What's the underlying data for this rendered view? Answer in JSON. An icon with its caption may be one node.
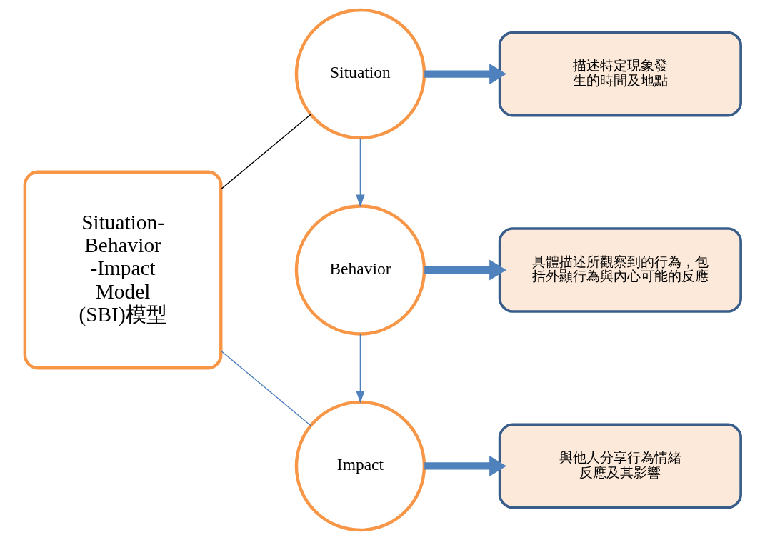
{
  "diagram": {
    "nodes": [
      {
        "text": [
          "Situation- Behavior -Impact Model (SBI)模型"
        ]
      },
      {
        "text": [
          "Situation"
        ]
      },
      {
        "text": [
          "Behavior"
        ]
      },
      {
        "text": [
          "Impact"
        ]
      },
      {
        "text": [
          "描述特定現象發生的時間及地點"
        ]
      },
      {
        "text": [
          "具體描述所觀察到的行為，包括外顯行為與內心可能的反應"
        ]
      },
      {
        "text": [
          "與他人分享行為情緒反應及其影響"
        ]
      }
    ],
    "edges": [
      {
        "from": 0,
        "to": 1,
        "arrow": "none",
        "color": "#000000"
      },
      {
        "from": 0,
        "to": 3,
        "arrow": "none"
      },
      {
        "from": 1,
        "to": 2,
        "arrow": "to"
      },
      {
        "from": 2,
        "to": 3,
        "arrow": "to"
      },
      {
        "from": 1,
        "to": 4,
        "arrow": "to",
        "style": "thick"
      },
      {
        "from": 2,
        "to": 5,
        "arrow": "to",
        "style": "thick"
      },
      {
        "from": 3,
        "to": 6,
        "arrow": "to",
        "style": "thick"
      }
    ]
  }
}
